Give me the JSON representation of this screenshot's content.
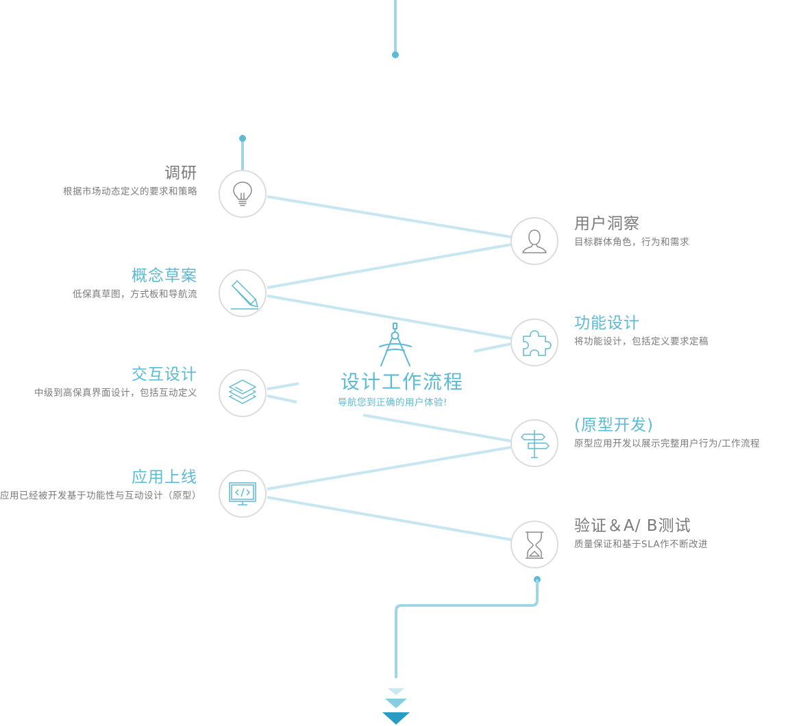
{
  "center": {
    "title": "设计工作流程",
    "subtitle": "导航您到正确的用户体验!"
  },
  "steps": [
    {
      "title": "调研",
      "desc": "根据市场动态定义的要求和策略",
      "icon": "lightbulb-icon",
      "color": "gray"
    },
    {
      "title": "用户洞察",
      "desc": "目标群体角色，行为和需求",
      "icon": "user-icon",
      "color": "gray"
    },
    {
      "title": "概念草案",
      "desc": "低保真草图，方式板和导航流",
      "icon": "pencil-icon",
      "color": "blue"
    },
    {
      "title": "功能设计",
      "desc": "将功能设计，包括定义要求定稿",
      "icon": "puzzle-icon",
      "color": "blue"
    },
    {
      "title": "交互设计",
      "desc": "中级到高保真界面设计，包括互动定义",
      "icon": "layers-icon",
      "color": "blue"
    },
    {
      "title": "(原型开发)",
      "desc": "原型应用开发以展示完整用户行为/工作流程",
      "icon": "signpost-icon",
      "color": "blue"
    },
    {
      "title": "应用上线",
      "desc": "应用已经被开发基于功能性与互动设计（原型）",
      "icon": "monitor-code-icon",
      "color": "blue"
    },
    {
      "title": "验证＆A/ B测试",
      "desc": "质量保证和基于SLA作不断改进",
      "icon": "hourglass-icon",
      "color": "gray"
    }
  ],
  "colors": {
    "accent": "#5bbad4",
    "line": "#c6e6f1",
    "circle_border": "#dcdcdc",
    "text_gray": "#7a7a7a"
  }
}
